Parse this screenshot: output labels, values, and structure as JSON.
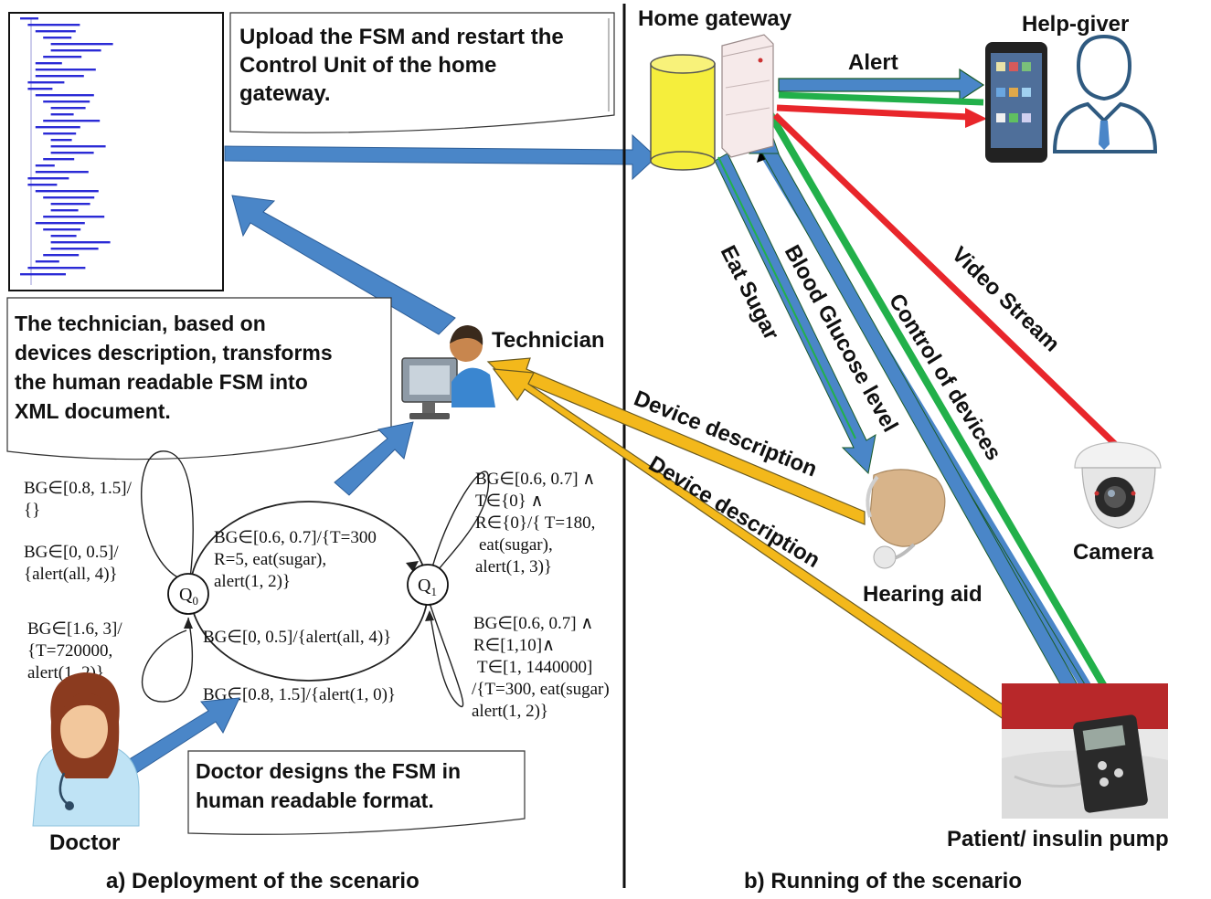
{
  "left_panel": {
    "upload_note": [
      "Upload the FSM and restart the",
      "Control Unit of the home",
      "gateway."
    ],
    "technician_note": [
      "The technician, based on",
      "devices description, transforms",
      "the human readable FSM into",
      "XML document."
    ],
    "doctor_note": [
      "Doctor designs the FSM in",
      "human readable format."
    ],
    "technician_label": "Technician",
    "doctor_label": "Doctor",
    "caption": "a)  Deployment of the scenario"
  },
  "fsm": {
    "state_q0": "Q",
    "state_q0_sub": "0",
    "state_q1": "Q",
    "state_q1_sub": "1",
    "q0_loop_1": [
      "BG∈[0.8, 1.5]/",
      "{}"
    ],
    "q0_loop_2": [
      "BG∈[0, 0.5]/",
      "{alert(all, 4)}"
    ],
    "q0_loop_3": [
      "BG∈[1.6, 3]/",
      "{T=720000,",
      "alert(1, 2)}"
    ],
    "q0_to_q1": [
      "BG∈[0.6, 0.7]/{T=300",
      "R=5, eat(sugar),",
      "alert(1, 2)}"
    ],
    "q1_to_q0_a": "BG∈[0, 0.5]/{alert(all, 4)}",
    "q1_to_q0_b": "BG∈[0.8, 1.5]/{alert(1, 0)}",
    "q1_loop_1": [
      "BG∈[0.6, 0.7] ∧",
      "T∈{0} ∧",
      "R∈{0}/{ T=180,",
      "eat(sugar),",
      "alert(1, 3)}"
    ],
    "q1_loop_2": [
      "BG∈[0.6, 0.7] ∧",
      "R∈[1,10]∧",
      "T∈[1, 1440000]",
      "/{T=300, eat(sugar)",
      "alert(1, 2)}"
    ]
  },
  "right_panel": {
    "home_gateway": "Home gateway",
    "help_giver": "Help-giver",
    "alert": "Alert",
    "eat_sugar": "Eat Sugar",
    "blood_glucose": "Blood Glucose level",
    "control_devices": "Control of devices",
    "video_stream": "Video Stream",
    "device_description_1": "Device description",
    "device_description_2": "Device description",
    "hearing_aid": "Hearing aid",
    "camera": "Camera",
    "patient": "Patient/ insulin pump",
    "caption": "b)  Running of the scenario"
  },
  "colors": {
    "blue_arrow": "#4a86c8",
    "green_arrow": "#22b04a",
    "red_arrow": "#e8262b",
    "yellow_arrow": "#f3b81b",
    "gateway_cylinder": "#f5ee3c"
  }
}
